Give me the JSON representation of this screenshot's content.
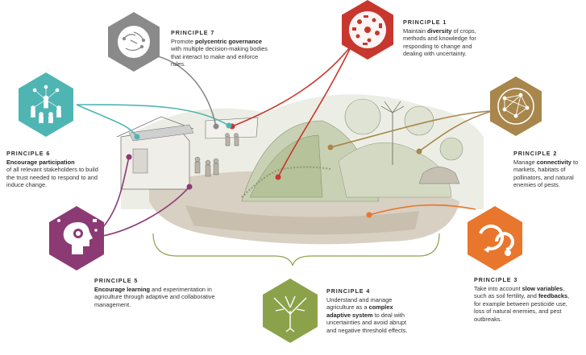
{
  "principles": [
    {
      "id": 1,
      "title": "PRINCIPLE 1",
      "line1_pre": "Maintain ",
      "line1_bold": "diversity",
      "line1_post": " of crops,",
      "rest": "methods and knowledge for responding to change and dealing with uncertainty.",
      "color": "#c8372d",
      "icon": "network-diversity-icon"
    },
    {
      "id": 2,
      "title": "PRINCIPLE 2",
      "line1_pre": "Manage ",
      "line1_bold": "connectivity",
      "line1_post": "",
      "rest": "to markets, habitats of pollinators, and natural enemies of pests.",
      "color": "#a8864c",
      "icon": "connectivity-globe-icon"
    },
    {
      "id": 3,
      "title": "PRINCIPLE 3",
      "line1_pre": "Take into account ",
      "line1_bold": "slow variables",
      "line1_post": ",",
      "mid_pre": "such as soil fertility, and ",
      "mid_bold": "feedbacks",
      "mid_post": ",",
      "rest": "for example between pesticide use, loss of natural enemies, and pest outbreaks.",
      "color": "#e8762d",
      "icon": "feedback-cycle-icon"
    },
    {
      "id": 4,
      "title": "PRINCIPLE 4",
      "line1_pre": "Understand and manage agriculture as a ",
      "line1_bold": "complex adaptive system",
      "line1_post": "",
      "rest": " to deal with uncertainties and avoid abrupt and negative threshold effects.",
      "color": "#8ca24a",
      "icon": "tree-icon"
    },
    {
      "id": 5,
      "title": "PRINCIPLE 5",
      "line1_pre": "",
      "line1_bold": "Encourage learning",
      "line1_post": " and",
      "rest": "experimentation in agriculture through adaptive and collaborative management.",
      "color": "#8b3a74",
      "icon": "learning-head-icon"
    },
    {
      "id": 6,
      "title": "PRINCIPLE 6",
      "line1_pre": "",
      "line1_bold": "Encourage participation",
      "line1_post": "",
      "rest": "of all relevant stakeholders to build the trust needed to respond to and induce change.",
      "color": "#4fb5b3",
      "icon": "people-network-icon"
    },
    {
      "id": 7,
      "title": "PRINCIPLE 7",
      "line1_pre": "Promote ",
      "line1_bold": "polycentric governance",
      "line1_post": "",
      "rest": "with multiple decision-making bodies that interact to make and enforce rules.",
      "color": "#8a8a8a",
      "icon": "polycentric-hands-icon"
    }
  ]
}
